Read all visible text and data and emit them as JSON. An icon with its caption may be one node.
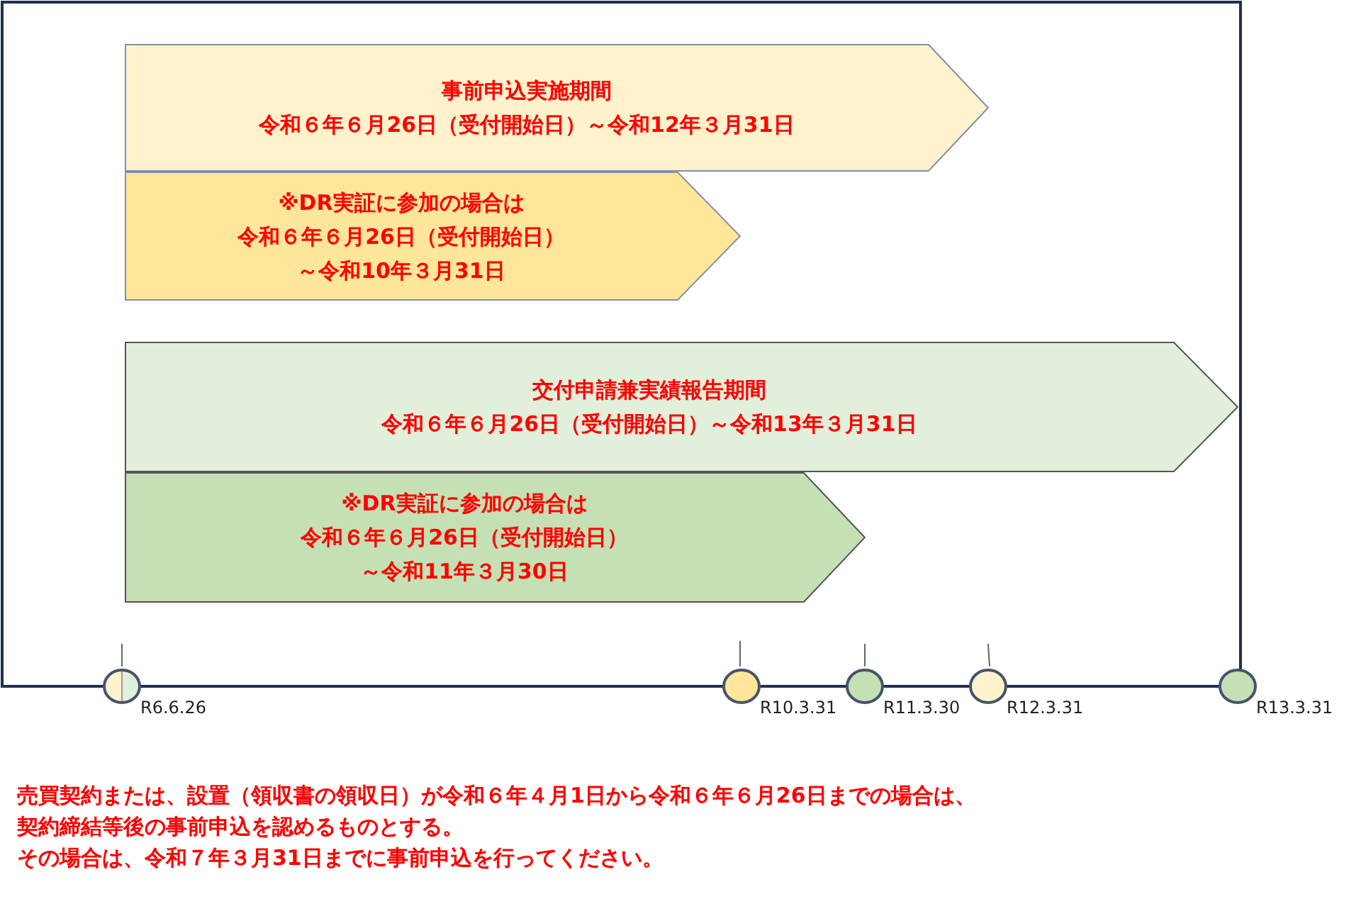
{
  "diagram": {
    "nodes": [
      {
        "text": [
          "事前申込実施期間",
          "令和６年６月26日（受付開始日）～令和12年３月31日"
        ]
      },
      {
        "text": [
          "※DR実証に参加の場合は",
          "令和６年６月26日（受付開始日）",
          "～令和10年３月31日"
        ]
      },
      {
        "text": [
          "交付申請兼実績報告期間",
          "令和６年６月26日（受付開始日）～令和13年３月31日"
        ]
      },
      {
        "text": [
          "※DR実証に参加の場合は",
          "令和６年６月26日（受付開始日）",
          "～令和11年３月30日"
        ]
      },
      {
        "text": [],
        "shape": "circle",
        "beside": [
          "R6.6.26"
        ]
      },
      {
        "text": [],
        "shape": "circle",
        "beside": [
          "R10.3.31"
        ]
      },
      {
        "text": [],
        "shape": "circle",
        "beside": [
          "R11.3.30"
        ]
      },
      {
        "text": [],
        "shape": "circle",
        "beside": [
          "R12.3.31"
        ]
      },
      {
        "text": [],
        "shape": "circle",
        "beside": [
          "R13.3.31"
        ]
      }
    ],
    "labels": [
      "売買契約または、設置（領収書の領収日）が令和６年４月1日から令和６年６月26日までの場合は、",
      "契約締結等後の事前申込を認めるものとする。",
      "その場合は、令和７年３月31日までに事前申込を行ってください。"
    ]
  }
}
